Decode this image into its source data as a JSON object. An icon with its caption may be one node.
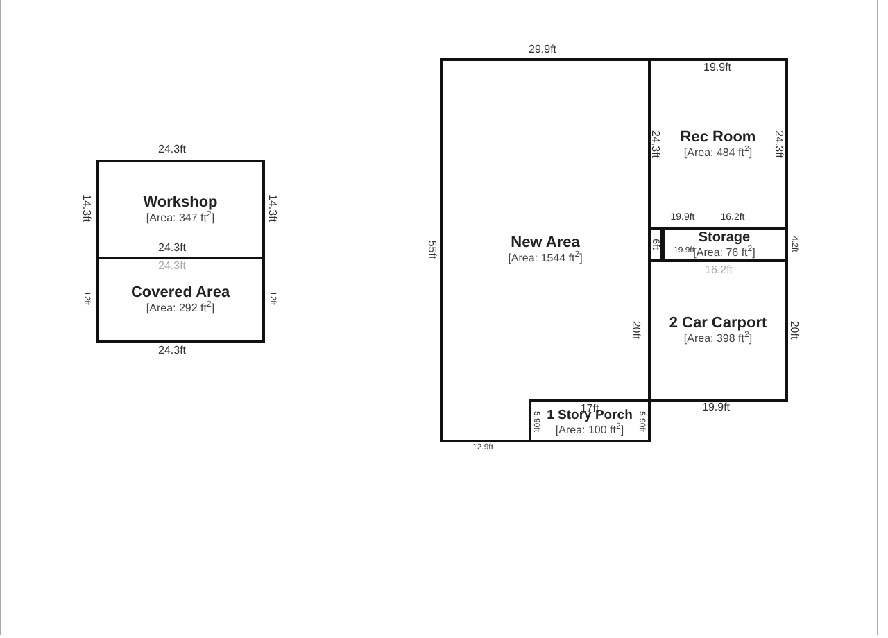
{
  "diagram": {
    "nodes": [
      {
        "text": [
          "Workshop",
          "[Area: 347 ft$^{2}$]"
        ]
      },
      {
        "text": [
          "Covered Area",
          "[Area: 292 ft$^{2}$]"
        ]
      },
      {
        "text": [
          "New Area",
          "[Area: 1544 ft$^{2}$]"
        ]
      },
      {
        "text": [
          "Rec Room",
          "[Area: 484 ft$^{2}$]"
        ]
      },
      {
        "text": [],
        "shape": "box"
      },
      {
        "text": [
          "Storage",
          "[Area: 76 ft$^{2}$]"
        ]
      },
      {
        "text": [
          "2 Car Carport",
          "[Area: 398 ft$^{2}$]"
        ]
      },
      {
        "text": [
          "1 Story Porch",
          "[Area: 100 ft$^{2}$]"
        ],
        "in": 2
      }
    ],
    "labels": [
      "29.9ft",
      "19.9ft",
      "24.3ft",
      "24.3ft",
      "24.3ft",
      "14.3ft",
      "14.3ft",
      "19.9ft",
      "16.2ft",
      "6ft",
      "19.9ft",
      "4.2ft",
      "55ft",
      "24.3ft",
      "16.2ft",
      "24.3ft",
      "12ft",
      "12ft",
      "20ft",
      "20ft",
      "24.3ft",
      "19.9ft",
      "17ft",
      "5.90ft",
      "5.90ft",
      "12.9ft"
    ]
  }
}
